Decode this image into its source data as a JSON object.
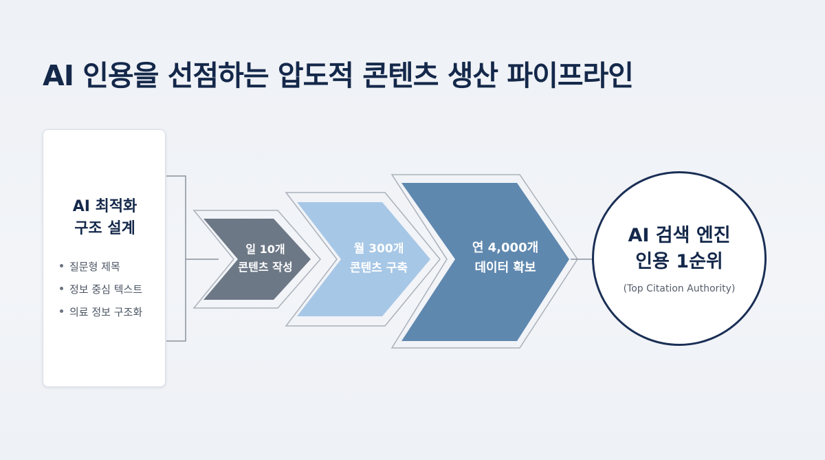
{
  "title": "AI 인용을 선점하는 압도적 콘텐츠 생산 파이프라인",
  "card": {
    "title_line1": "AI 최적화",
    "title_line2": "구조 설계",
    "items": [
      "질문형 제목",
      "정보 중심 텍스트",
      "의료 정보 구조화"
    ]
  },
  "stages": [
    {
      "line1": "일 10개",
      "line2": "콘텐츠 작성",
      "color": "#6d7886"
    },
    {
      "line1": "월 300개",
      "line2": "콘텐츠 구축",
      "color": "#a7c7e6"
    },
    {
      "line1": "연 4,000개",
      "line2": "데이터 확보",
      "color": "#5f88af"
    }
  ],
  "result": {
    "title_line1": "AI 검색 엔진",
    "title_line2": "인용 1순위",
    "subtitle": "(Top Citation Authority)"
  },
  "colors": {
    "title": "#14284a",
    "connector": "#8a929c",
    "circle_border": "#1a2f55"
  }
}
